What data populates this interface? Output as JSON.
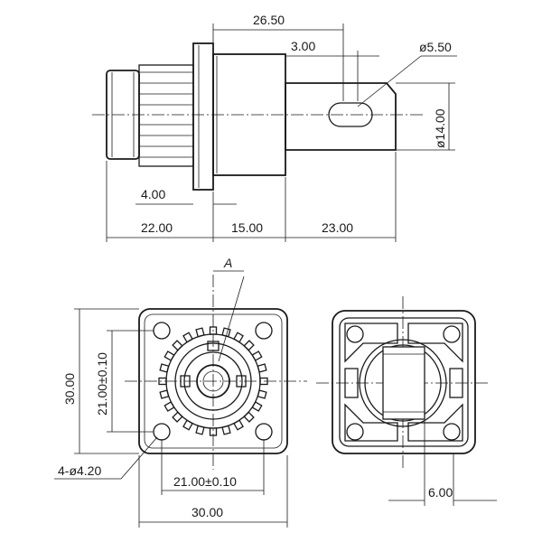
{
  "side_view": {
    "dim_overall": "26.50",
    "dim_slot_width": "3.00",
    "dim_hole_dia": "ø5.50",
    "dim_pin_dia": "ø14.00",
    "dim_flange_thickness": "4.00",
    "dim_body_left": "22.00",
    "dim_body_mid": "15.00",
    "dim_pin_length": "23.00"
  },
  "front_view": {
    "section_label": "A",
    "dim_height": "30.00",
    "dim_hole_spacing_v": "21.00±0.10",
    "dim_holes": "4-ø4.20",
    "dim_hole_spacing_h": "21.00±0.10",
    "dim_width": "30.00"
  },
  "rear_view": {
    "dim_offset": "6.00"
  }
}
